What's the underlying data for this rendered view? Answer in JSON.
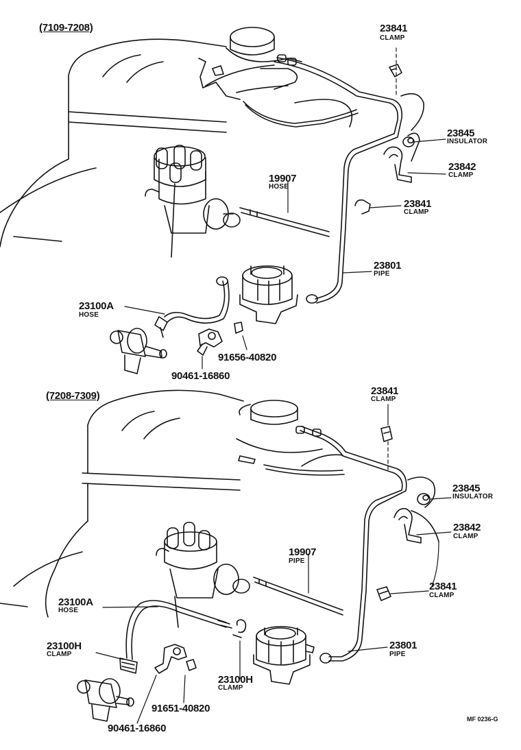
{
  "sections": [
    {
      "title": "(7109-7208)",
      "parts": [
        {
          "number": "23841",
          "name": "CLAMP"
        },
        {
          "number": "23845",
          "name": "INSULATOR"
        },
        {
          "number": "23842",
          "name": "CLAMP"
        },
        {
          "number": "19907",
          "name": "HOSE"
        },
        {
          "number": "23841",
          "name": "CLAMP"
        },
        {
          "number": "23801",
          "name": "PIPE"
        },
        {
          "number": "23100A",
          "name": "HOSE"
        },
        {
          "number": "91656-40820",
          "name": ""
        },
        {
          "number": "90461-16860",
          "name": ""
        }
      ]
    },
    {
      "title": "(7208-7309)",
      "parts": [
        {
          "number": "23841",
          "name": "CLAMP"
        },
        {
          "number": "23845",
          "name": "INSULATOR"
        },
        {
          "number": "23842",
          "name": "CLAMP"
        },
        {
          "number": "19907",
          "name": "PIPE"
        },
        {
          "number": "23841",
          "name": "CLAMP"
        },
        {
          "number": "23100A",
          "name": "HOSE"
        },
        {
          "number": "23801",
          "name": "PIPE"
        },
        {
          "number": "23100H",
          "name": "CLAMP"
        },
        {
          "number": "23100H",
          "name": "CLAMP"
        },
        {
          "number": "91651-40820",
          "name": ""
        },
        {
          "number": "90461-16860",
          "name": ""
        }
      ]
    }
  ],
  "footer": "MF 0236-G"
}
